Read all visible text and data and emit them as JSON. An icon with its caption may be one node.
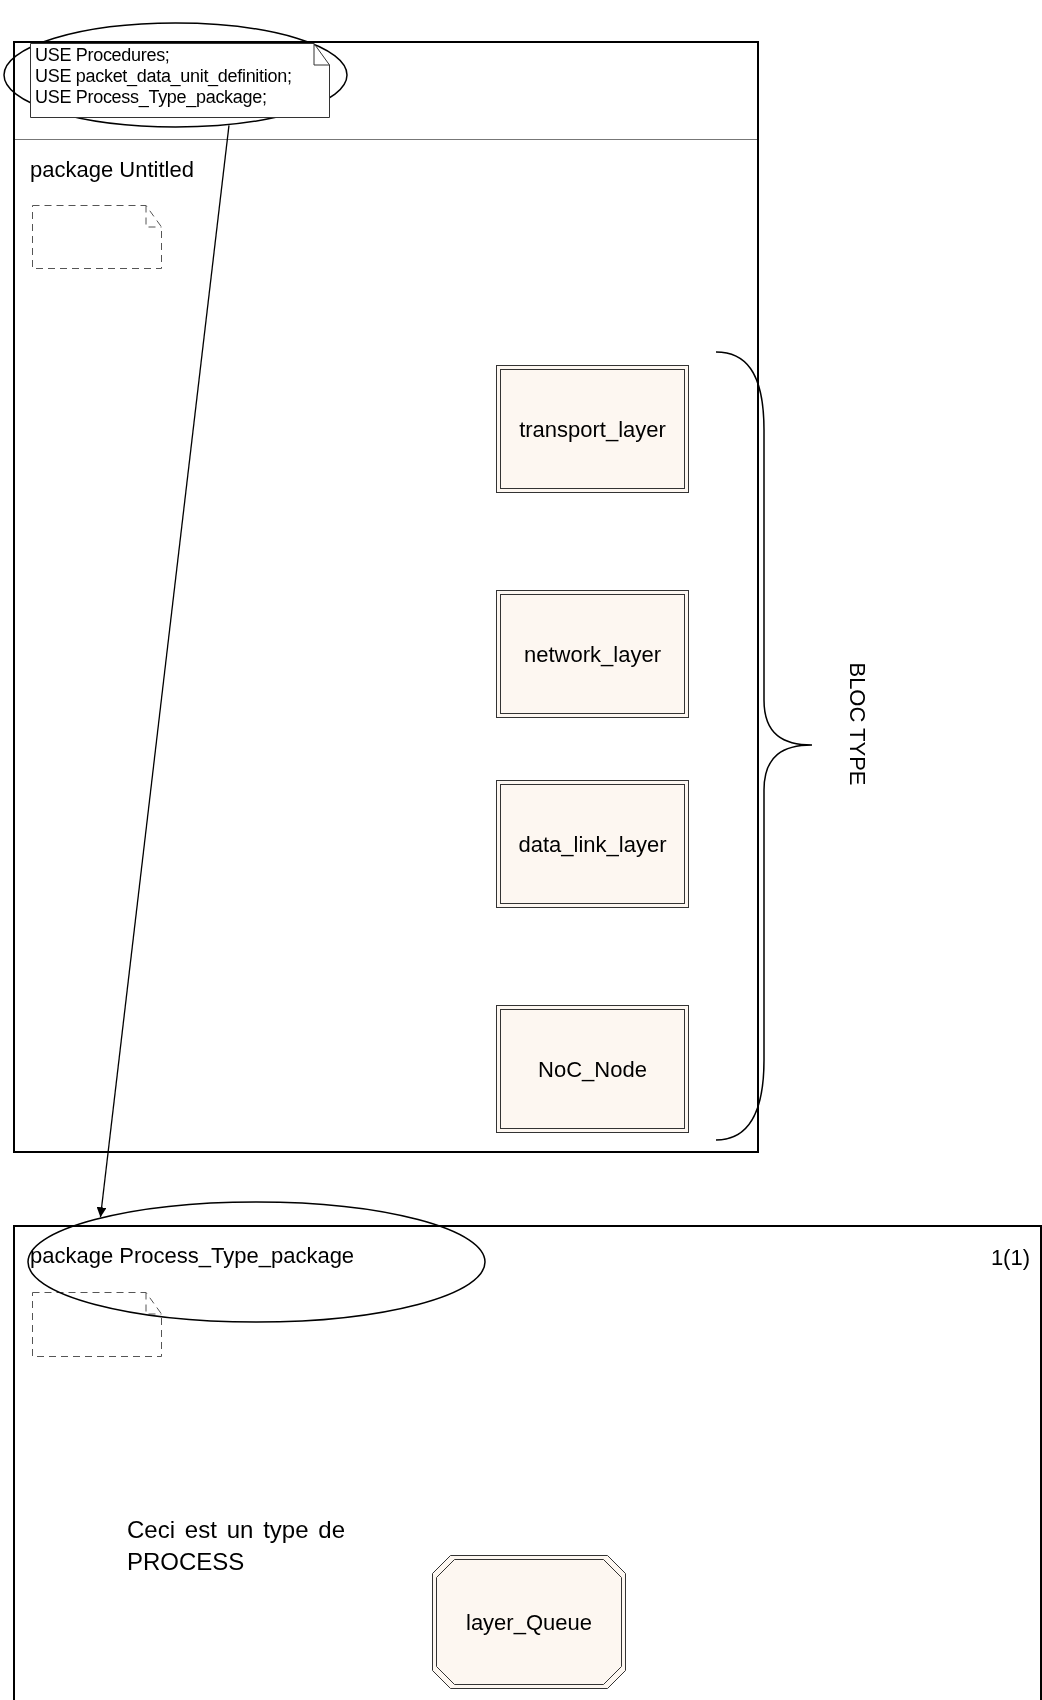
{
  "diagram": {
    "nodes": [
      {
        "text": [
          "package Untitled"
        ]
      },
      {
        "text": [
          "USE Procedures;",
          "USE packet_data_unit_definition;",
          "USE Process_Type_package;"
        ],
        "in": 2
      },
      {
        "text": [],
        "shape": "ellipse"
      },
      {
        "text": [],
        "shape": "note",
        "in": 0
      },
      {
        "text": [
          "transport_layer"
        ],
        "in": 0
      },
      {
        "text": [
          "network_layer"
        ],
        "in": 0
      },
      {
        "text": [
          "data_link_layer"
        ],
        "in": 0
      },
      {
        "text": [
          "NoC_Node"
        ],
        "in": 0
      },
      {
        "text": [
          "1(1)"
        ]
      },
      {
        "text": [
          "package Process_Type_package"
        ]
      },
      {
        "text": [],
        "shape": "note",
        "in": 8
      },
      {
        "text": [
          "layer_Queue"
        ],
        "in": 8
      }
    ],
    "edges": [
      {
        "from": 2,
        "to": 9,
        "arrow": "to"
      }
    ],
    "labels": [
      "BLOC TYPE",
      "Ceci est un type de PROCESS"
    ]
  }
}
